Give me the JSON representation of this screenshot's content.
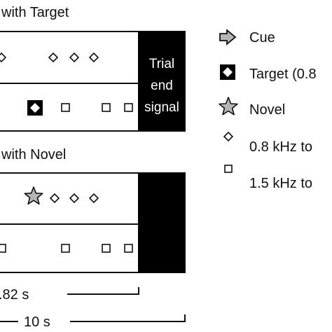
{
  "panel_target": {
    "title": "with Target",
    "end_label_line1": "Trial",
    "end_label_line2": "end",
    "end_label_line3": "signal"
  },
  "panel_novel": {
    "title": "with Novel"
  },
  "timing": {
    "short_duration": ".82 s",
    "long_duration": "10 s"
  },
  "legend": {
    "cue": "Cue",
    "target": "Target (0.8",
    "novel": "Novel",
    "tone_08": "0.8 kHz to",
    "tone_15": "1.5 kHz to"
  },
  "colors": {
    "end_block": "#000000",
    "novel_fill": "#b5b5b5",
    "line": "#111111"
  }
}
